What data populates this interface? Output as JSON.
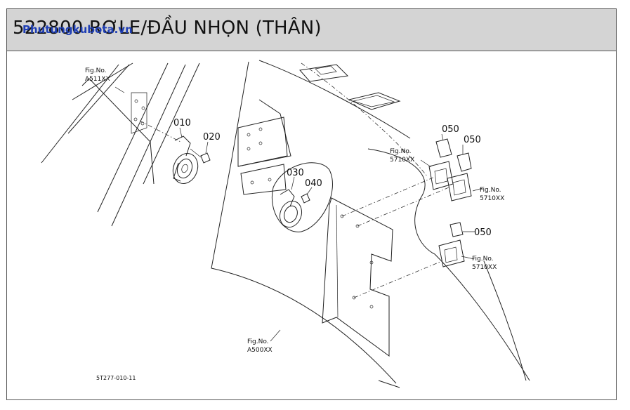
{
  "header": {
    "title": "522800 RƠLE/ĐẦU NHỌN (THÂN)",
    "watermark": "Phutungkubota.vn"
  },
  "diagram": {
    "fig_refs": [
      {
        "label": "Fig.No.",
        "code": "A511XX"
      },
      {
        "label": "Fig.No.",
        "code": "5710XX"
      },
      {
        "label": "Fig.No.",
        "code": "5710XX"
      },
      {
        "label": "Fig.No.",
        "code": "5710XX"
      },
      {
        "label": "Fig.No.",
        "code": "A500XX"
      }
    ],
    "parts": [
      "010",
      "020",
      "030",
      "040",
      "050",
      "050",
      "050"
    ],
    "drawing_code": "5T277-010-11"
  }
}
